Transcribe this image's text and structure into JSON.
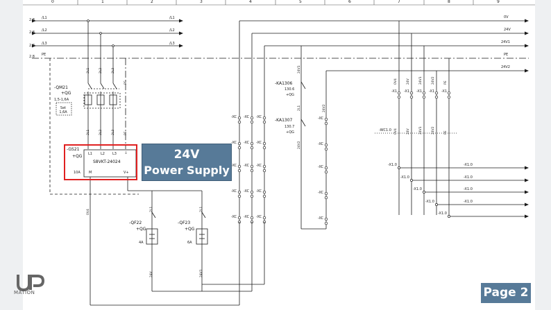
{
  "ruler": [
    "0",
    "1",
    "2",
    "3",
    "4",
    "5",
    "6",
    "7",
    "8",
    "9"
  ],
  "callout": {
    "line1": "24V",
    "line2": "Power Supply"
  },
  "page_badge": "Page 2",
  "logo": {
    "initials": "UP",
    "text": "MATION"
  },
  "supply_lines": {
    "l1": "/L1",
    "l2": "/L2",
    "l3": "/L3",
    "pe": "PE",
    "right_labels": [
      "0V",
      "24V",
      "24V1",
      "24V2"
    ],
    "left_ref": "2.8"
  },
  "devices": {
    "qm21": {
      "tag": "-QM21",
      "sub": "+QG",
      "range": "1,5-1,6A",
      "set": "Set 1,6A"
    },
    "gs21": {
      "tag": "-GS21",
      "sub": "+QG",
      "model": "S8VKT-24024",
      "rating": "10A",
      "pins": [
        "L1",
        "L2",
        "L3",
        "⏚"
      ],
      "out": [
        "M",
        "V+"
      ]
    },
    "qf22": {
      "tag": "-QF22",
      "sub": "+QG",
      "rating": "4A"
    },
    "qf23": {
      "tag": "-QF23",
      "sub": "+QG",
      "rating": "6A"
    },
    "ka1306": {
      "tag": "-KA1306",
      "ref": "130.6",
      "sub": "+QG"
    },
    "ka1307": {
      "tag": "-KA1307",
      "ref": "130.7",
      "sub": "+QG"
    },
    "xc": "-XC",
    "x1": "-X1",
    "x10": "-X1.0",
    "wc10": "-WC1.0"
  },
  "wire_labels": [
    "0V4",
    "24V",
    "24V1",
    "24V2",
    "PE",
    "2L1",
    "2L2",
    "2L3"
  ]
}
